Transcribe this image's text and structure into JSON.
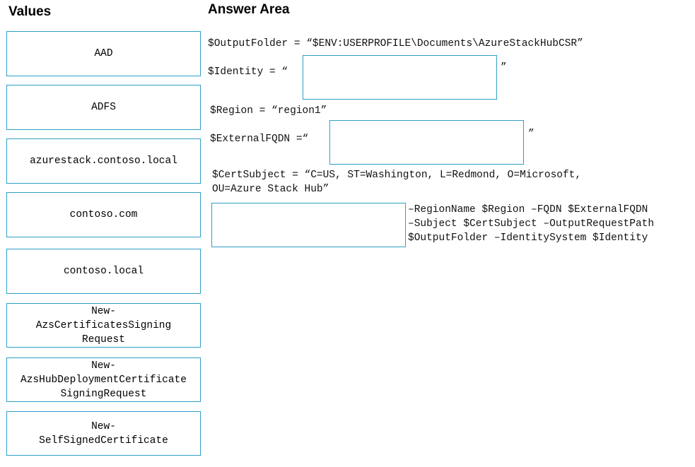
{
  "values_heading": "Values",
  "answer_heading": "Answer Area",
  "values": [
    {
      "lines": [
        "AAD"
      ]
    },
    {
      "lines": [
        "ADFS"
      ]
    },
    {
      "lines": [
        "azurestack.contoso.local"
      ]
    },
    {
      "lines": [
        "contoso.com"
      ]
    },
    {
      "lines": [
        "contoso.local"
      ]
    },
    {
      "lines": [
        "New-",
        "AzsCertificatesSigning",
        "Request"
      ]
    },
    {
      "lines": [
        "New-",
        "AzsHubDeploymentCertificate",
        "SigningRequest"
      ]
    },
    {
      "lines": [
        "New-",
        "SelfSignedCertificate"
      ]
    }
  ],
  "code": {
    "output_folder": "$OutputFolder = “$ENV:USERPROFILE\\Documents\\AzureStackHubCSR”",
    "identity_prefix": "$Identity = “",
    "identity_suffix": "”",
    "region": "$Region = “region1”",
    "fqdn_prefix": "$ExternalFQDN =“",
    "fqdn_suffix": "”",
    "cert_subject_1": "$CertSubject = “C=US, ST=Washington, L=Redmond, O=Microsoft,",
    "cert_subject_2": "OU=Azure Stack Hub”",
    "cmd_line_1": "–RegionName $Region –FQDN $ExternalFQDN",
    "cmd_line_2": "–Subject $CertSubject –OutputRequestPath",
    "cmd_line_3": "$OutputFolder –IdentitySystem $Identity"
  },
  "colors": {
    "border": "#2e9fc6"
  }
}
